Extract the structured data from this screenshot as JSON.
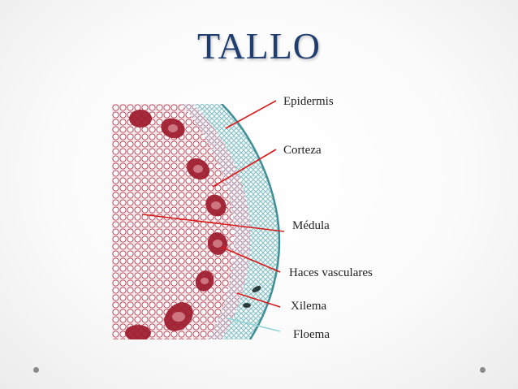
{
  "slide": {
    "title": "TALLO"
  },
  "labels": {
    "epidermis": "Epidermis",
    "corteza": "Corteza",
    "medula": "Médula",
    "haces_vasculares": "Haces vasculares",
    "xilema": "Xilema",
    "floema": "Floema"
  },
  "colors": {
    "title": "#1f3d6e",
    "leader_line": "#d81b1b",
    "stain_red": "#9e1b2c",
    "stain_teal": "#4fa3a8"
  }
}
